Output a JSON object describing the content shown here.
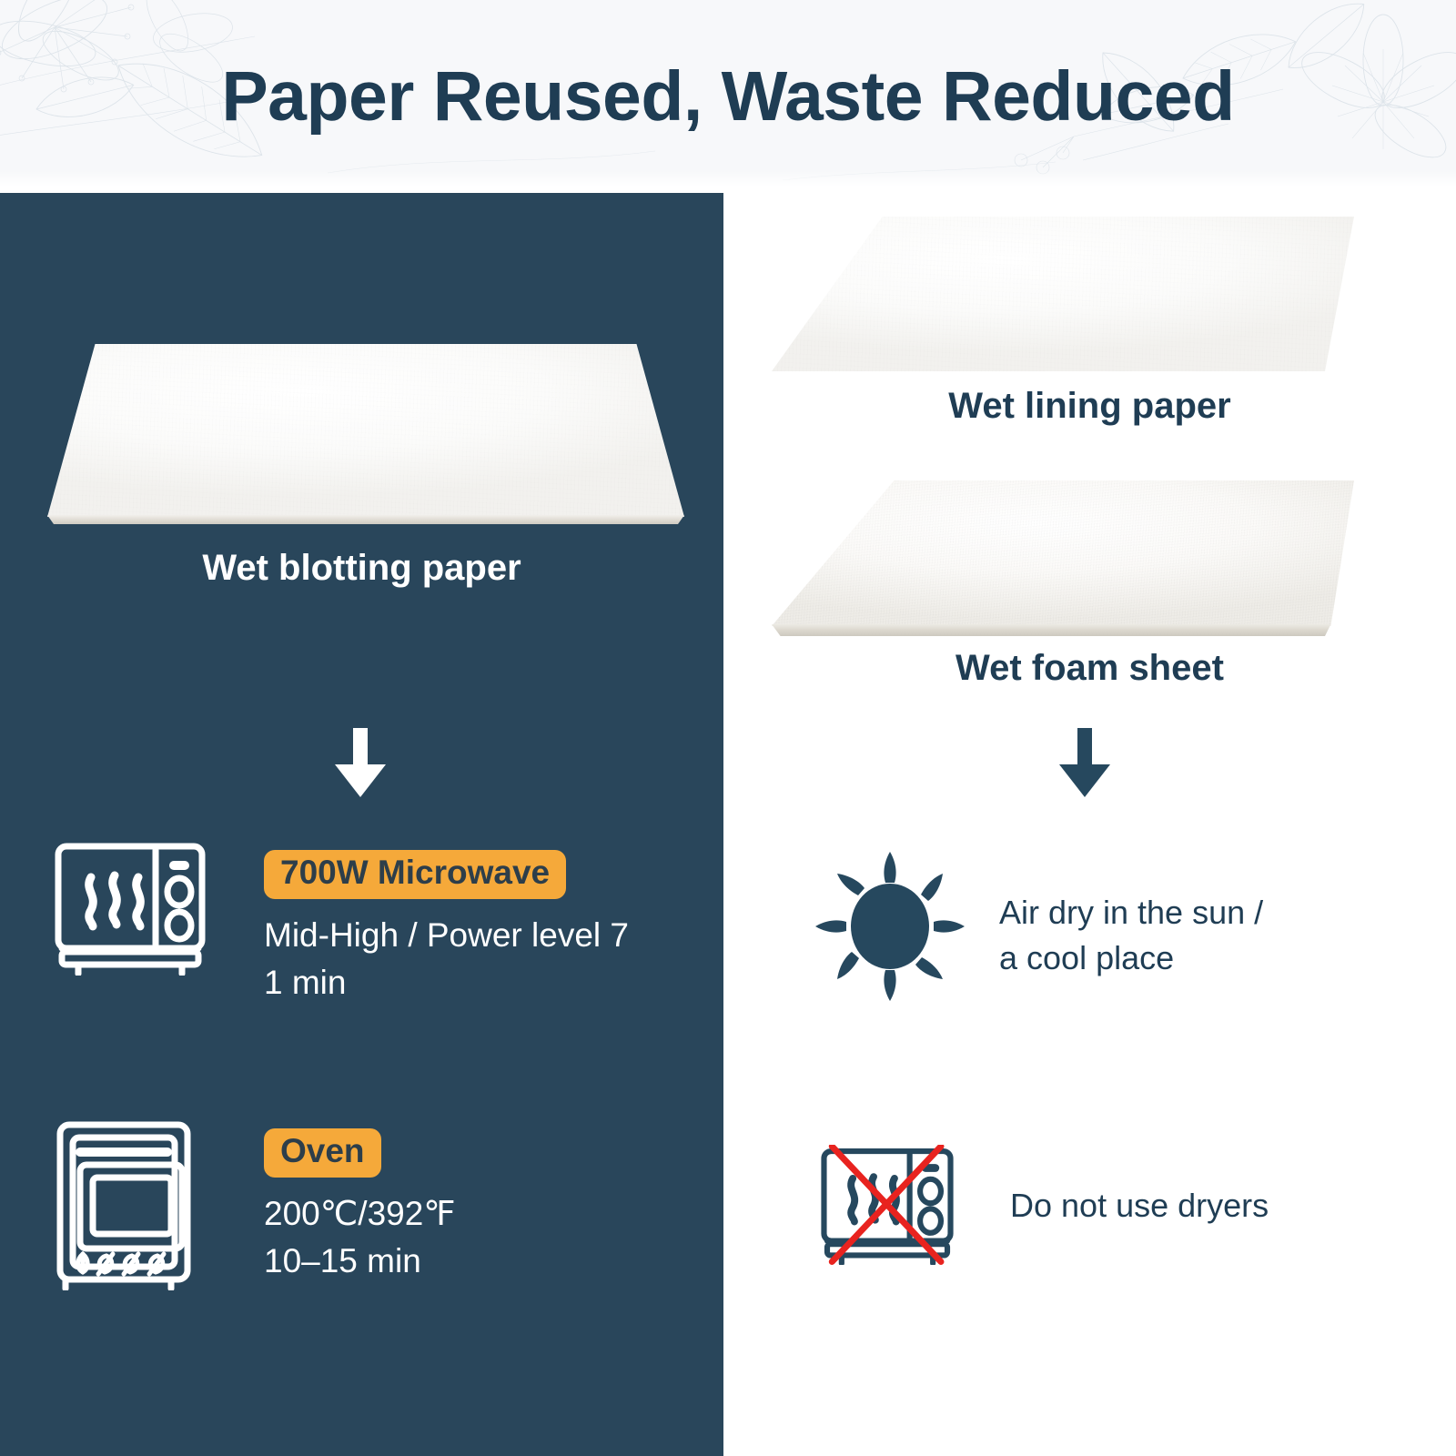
{
  "header": {
    "title": "Paper Reused, Waste Reduced",
    "background": "botanical-line-art-watermark"
  },
  "colors": {
    "navy": "#29465b",
    "title_navy": "#1f3d54",
    "badge_orange": "#f5a93a",
    "badge_text": "#2d3e4a",
    "white": "#ffffff",
    "header_bg": "#f7f8fa",
    "prohibition_red": "#e8231f"
  },
  "left_panel": {
    "product": {
      "caption": "Wet blotting paper",
      "image_name": "wet-blotting-paper-sheet"
    },
    "arrow": "down-arrow",
    "steps": [
      {
        "icon": "microwave-icon",
        "badge": "700W Microwave",
        "detail_lines": [
          "Mid-High / Power level 7",
          "1 min"
        ]
      },
      {
        "icon": "oven-icon",
        "badge": "Oven",
        "detail_lines": [
          "200℃/392℉",
          "10–15 min"
        ]
      }
    ]
  },
  "right_panel": {
    "products": [
      {
        "caption": "Wet lining paper",
        "image_name": "wet-lining-paper-sheet"
      },
      {
        "caption": "Wet foam sheet",
        "image_name": "wet-foam-sheet"
      }
    ],
    "arrow": "down-arrow",
    "steps": [
      {
        "icon": "sun-icon",
        "detail_lines": [
          "Air dry in the sun /",
          "a cool place"
        ]
      },
      {
        "icon": "no-dryer-icon",
        "detail_lines": [
          "Do not use dryers"
        ]
      }
    ]
  }
}
